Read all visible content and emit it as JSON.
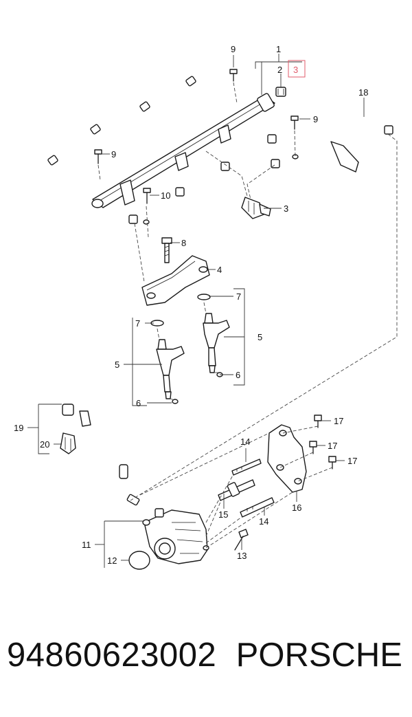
{
  "diagram": {
    "callouts": {
      "c1": "1",
      "c2": "2",
      "c3_highlight": "3",
      "c9_top": "9",
      "c9_right": "9",
      "c9_left": "9",
      "c10": "10",
      "c3": "3",
      "c18": "18",
      "c8": "8",
      "c4": "4",
      "c7_right": "7",
      "c7_left": "7",
      "c5_right": "5",
      "c5_left": "5",
      "c6_right": "6",
      "c6_left": "6",
      "c19": "19",
      "c20": "20",
      "c17_a": "17",
      "c17_b": "17",
      "c17_c": "17",
      "c14_top": "14",
      "c14_bottom": "14",
      "c15": "15",
      "c16": "16",
      "c11": "11",
      "c12": "12",
      "c13": "13"
    },
    "highlight_color": "#e05a6a"
  },
  "footer": {
    "part_number": "94860623002",
    "brand": "PORSCHE"
  }
}
